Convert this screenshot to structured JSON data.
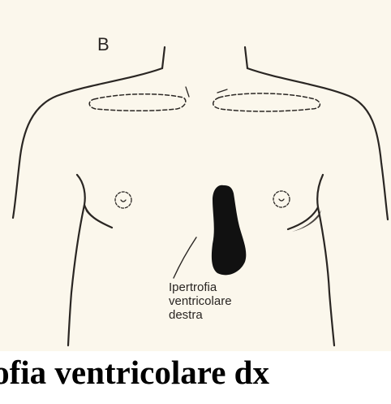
{
  "colors": {
    "paper": "#fbf7ec",
    "ink": "#2a2623",
    "heart": "#111111",
    "caption_text": "#000000",
    "page_background": "#ffffff"
  },
  "figure": {
    "panel_letter": "B",
    "annotation": {
      "line1": "Ipertrofia",
      "line2": "ventricolare",
      "line3": "destra"
    }
  },
  "caption": {
    "text": "trofia ventricolare dx"
  }
}
